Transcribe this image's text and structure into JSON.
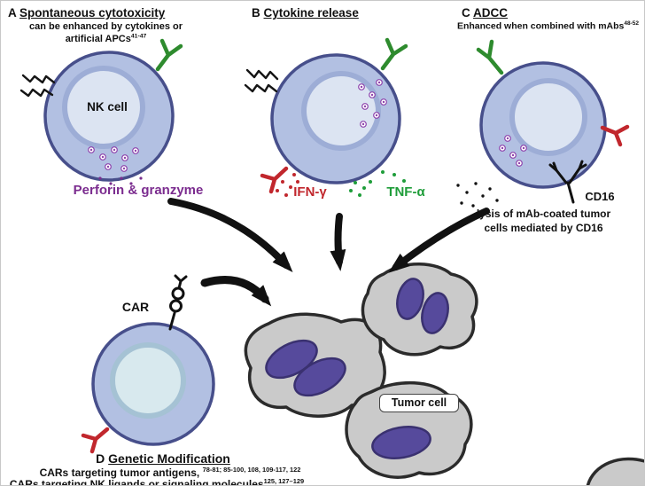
{
  "panels": {
    "a": {
      "label": "A",
      "title": "Spontaneous cytotoxicity",
      "subtitle": "can be enhanced by cytokines or artificial APCs",
      "subtitle_sup": "41-47",
      "cell_label": "NK cell",
      "caption": "Perforin & granzyme"
    },
    "b": {
      "label": "B",
      "title": "Cytokine release",
      "caption_ifn": "IFN-γ",
      "caption_tnf": "TNF-α"
    },
    "c": {
      "label": "C",
      "title": "ADCC",
      "subtitle": "Enhanced when combined with mAbs",
      "subtitle_sup": "48-52",
      "receptor_label": "CD16",
      "caption": "lysis of mAb-coated tumor cells mediated by CD16"
    },
    "d": {
      "label": "D",
      "title": "Genetic Modification",
      "car_label": "CAR",
      "line1": "CARs targeting tumor antigens,",
      "line1_sup": "78-81; 85-100, 108, 109-117, 122",
      "line2": "CARs targeting NK ligands or signaling molecules",
      "line2_sup": "125, 127–129"
    },
    "tumor_cell_label": "Tumor cell"
  },
  "colors": {
    "perforin_purple": "#7b2c8f",
    "ifn_red": "#c1272d",
    "tnf_green": "#1f9d3a",
    "nk_cell_fill": "#b2c0e2",
    "nk_cell_stroke": "#474f8b",
    "nk_inner_fill": "#dce4f2",
    "tumor_fill": "#cacaca",
    "tumor_stroke": "#2b2b2b",
    "tumor_nucleus": "#564a9c",
    "receptor_green": "#2e8b2e",
    "receptor_red": "#c1272d"
  }
}
